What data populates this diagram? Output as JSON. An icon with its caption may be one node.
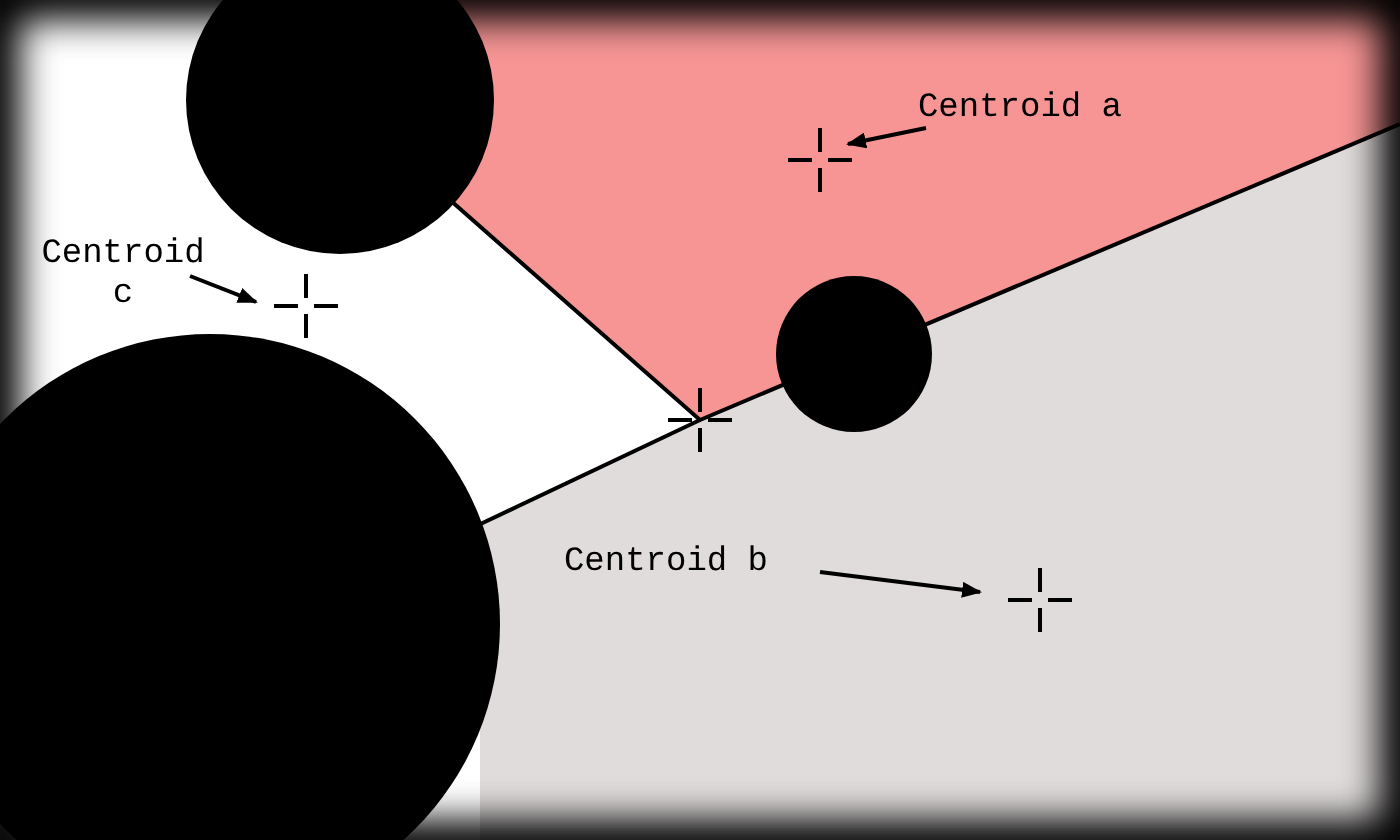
{
  "diagram": {
    "nodes": [
      {
        "text": [
          "Centroid a"
        ]
      },
      {
        "text": [],
        "shape": "cross"
      },
      {
        "text": [
          "Centroid c"
        ]
      },
      {
        "text": [],
        "shape": "cross"
      },
      {
        "text": [
          "Centroid b"
        ]
      },
      {
        "text": [],
        "shape": "cross"
      }
    ],
    "edges": [
      {
        "from": 0,
        "to": 1,
        "arrow": "to"
      },
      {
        "from": 2,
        "to": 3,
        "arrow": "to"
      },
      {
        "from": 4,
        "to": 5,
        "arrow": "to"
      }
    ]
  }
}
